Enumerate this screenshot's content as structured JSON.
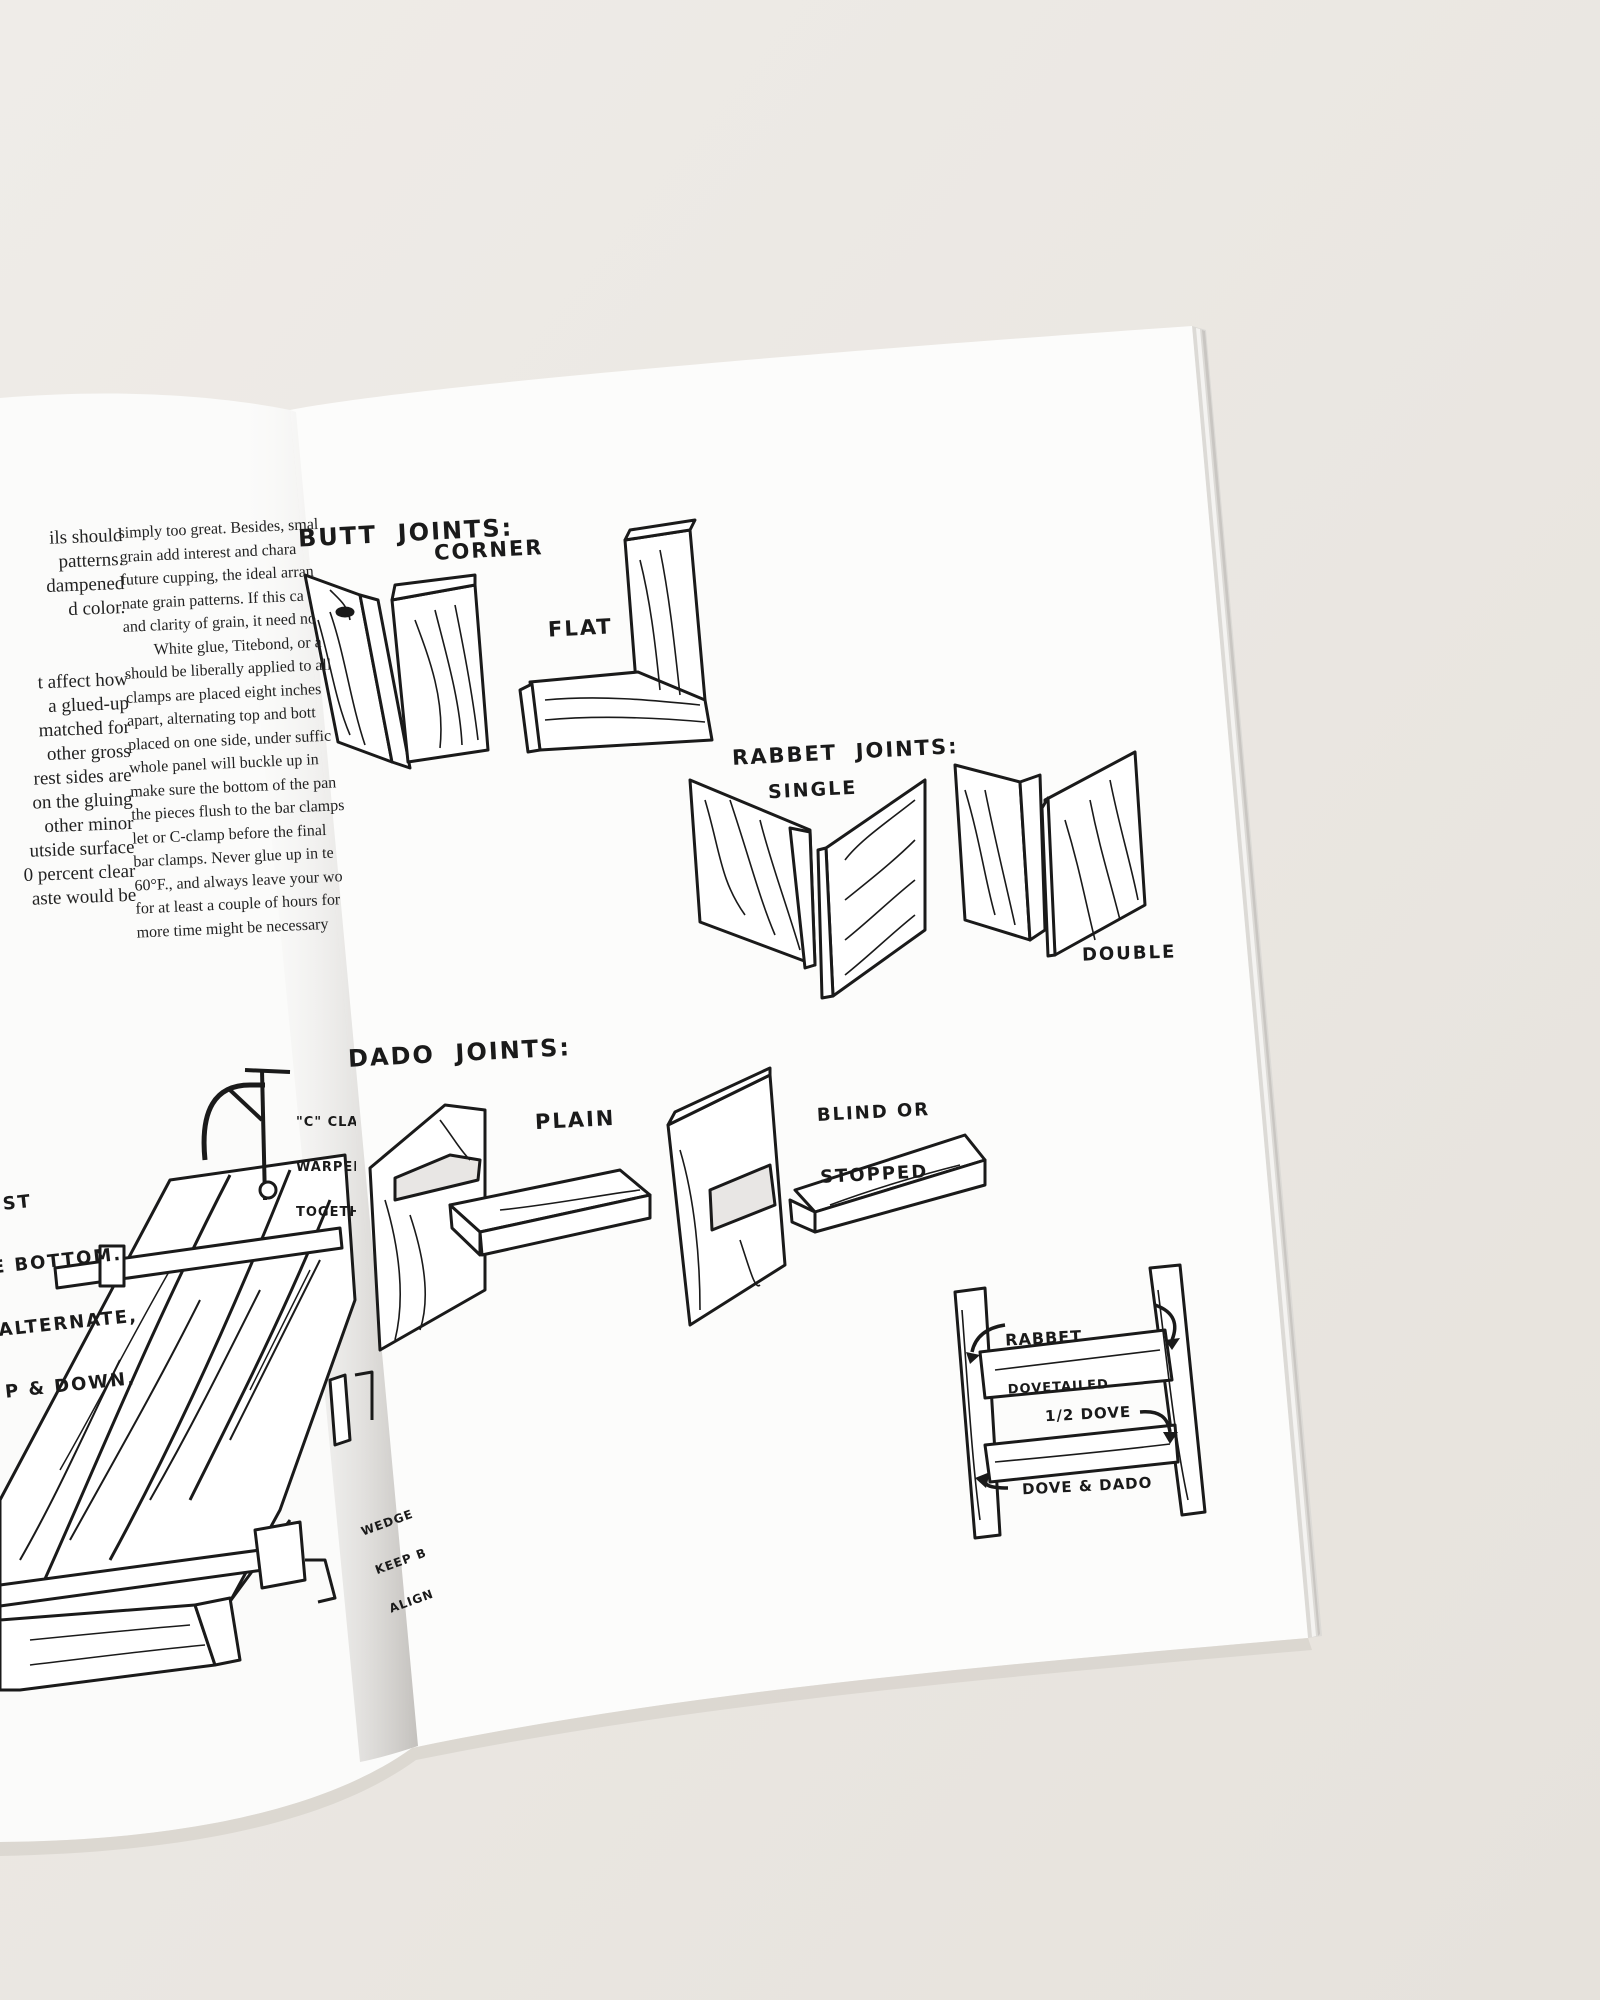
{
  "left_page": {
    "col1_lines": [
      "ils should",
      "patterns.",
      "dampened",
      "d color.",
      "",
      "",
      "t affect how",
      "a glued-up",
      "matched for",
      "other gross",
      "rest sides are",
      "on the gluing",
      "other minor",
      "utside surface",
      "0 percent clear",
      "aste would be"
    ],
    "col2_lines": [
      "simply too great. Besides, smal",
      "grain add interest and chara",
      "future cupping, the ideal arran",
      "nate grain patterns. If this ca",
      "and clarity of grain, it need no",
      "White glue, Titebond, or a",
      "should be liberally applied to all",
      "clamps are placed eight inches",
      "apart, alternating top and bott",
      "placed on one side, under suffic",
      "whole panel will buckle up in",
      "make sure the bottom of the pan",
      "the pieces flush to the bar clamps",
      "let or C-clamp before the final",
      "bar clamps. Never glue up in te",
      "60°F., and always leave your wo",
      "for at least a couple of hours for",
      "more time might be necessary"
    ],
    "clamp_labels": {
      "alternate_note": [
        "OST",
        "E BOTTOM.",
        "ALTERNATE,",
        "P & DOWN."
      ],
      "c_clamp_note": [
        "\"C\" CLAMP",
        "WARPED",
        "TOGETHER"
      ],
      "wedge_note": [
        "WEDGE",
        "KEEP B",
        "ALIGN"
      ]
    }
  },
  "right_page": {
    "butt_title": "BUTT  JOINTS:",
    "butt_corner": "CORNER",
    "butt_flat": "FLAT",
    "rabbet_title": "RABBET  JOINTS:",
    "rabbet_single": "SINGLE",
    "rabbet_double": "DOUBLE",
    "dado_title": "DADO  JOINTS:",
    "dado_plain": "PLAIN",
    "dado_blind": [
      "BLIND OR",
      "STOPPED"
    ],
    "dove_rabbet": [
      "RABBET",
      "DOVETAILED"
    ],
    "dove_half": "1/2 DOVE",
    "dove_dado": "DOVE & DADO"
  },
  "colors": {
    "surface": "#ebe8e3",
    "paper": "#fcfcfb",
    "ink": "#1a1a1a"
  }
}
